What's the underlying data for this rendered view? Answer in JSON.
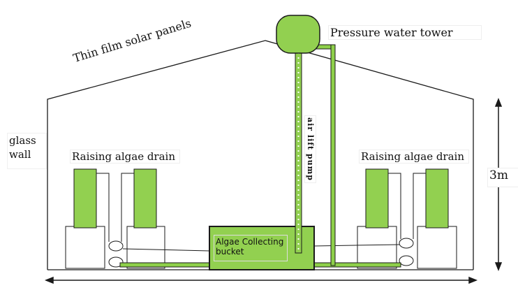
{
  "labels": {
    "pressure_tower": "Pressure water tower",
    "solar_panels": "Thin film solar panels",
    "glass_wall": [
      "glass",
      "wall"
    ],
    "drain_left": "Raising algae drain",
    "drain_right": "Raising algae drain",
    "height": "3m",
    "bucket": "Algae Collecting bucket",
    "air_lift_pump": "air lift pump"
  },
  "colors": {
    "algae_green": "#92d050",
    "outline": "#1a1a1a",
    "pipe_green": "#8ed04a"
  }
}
